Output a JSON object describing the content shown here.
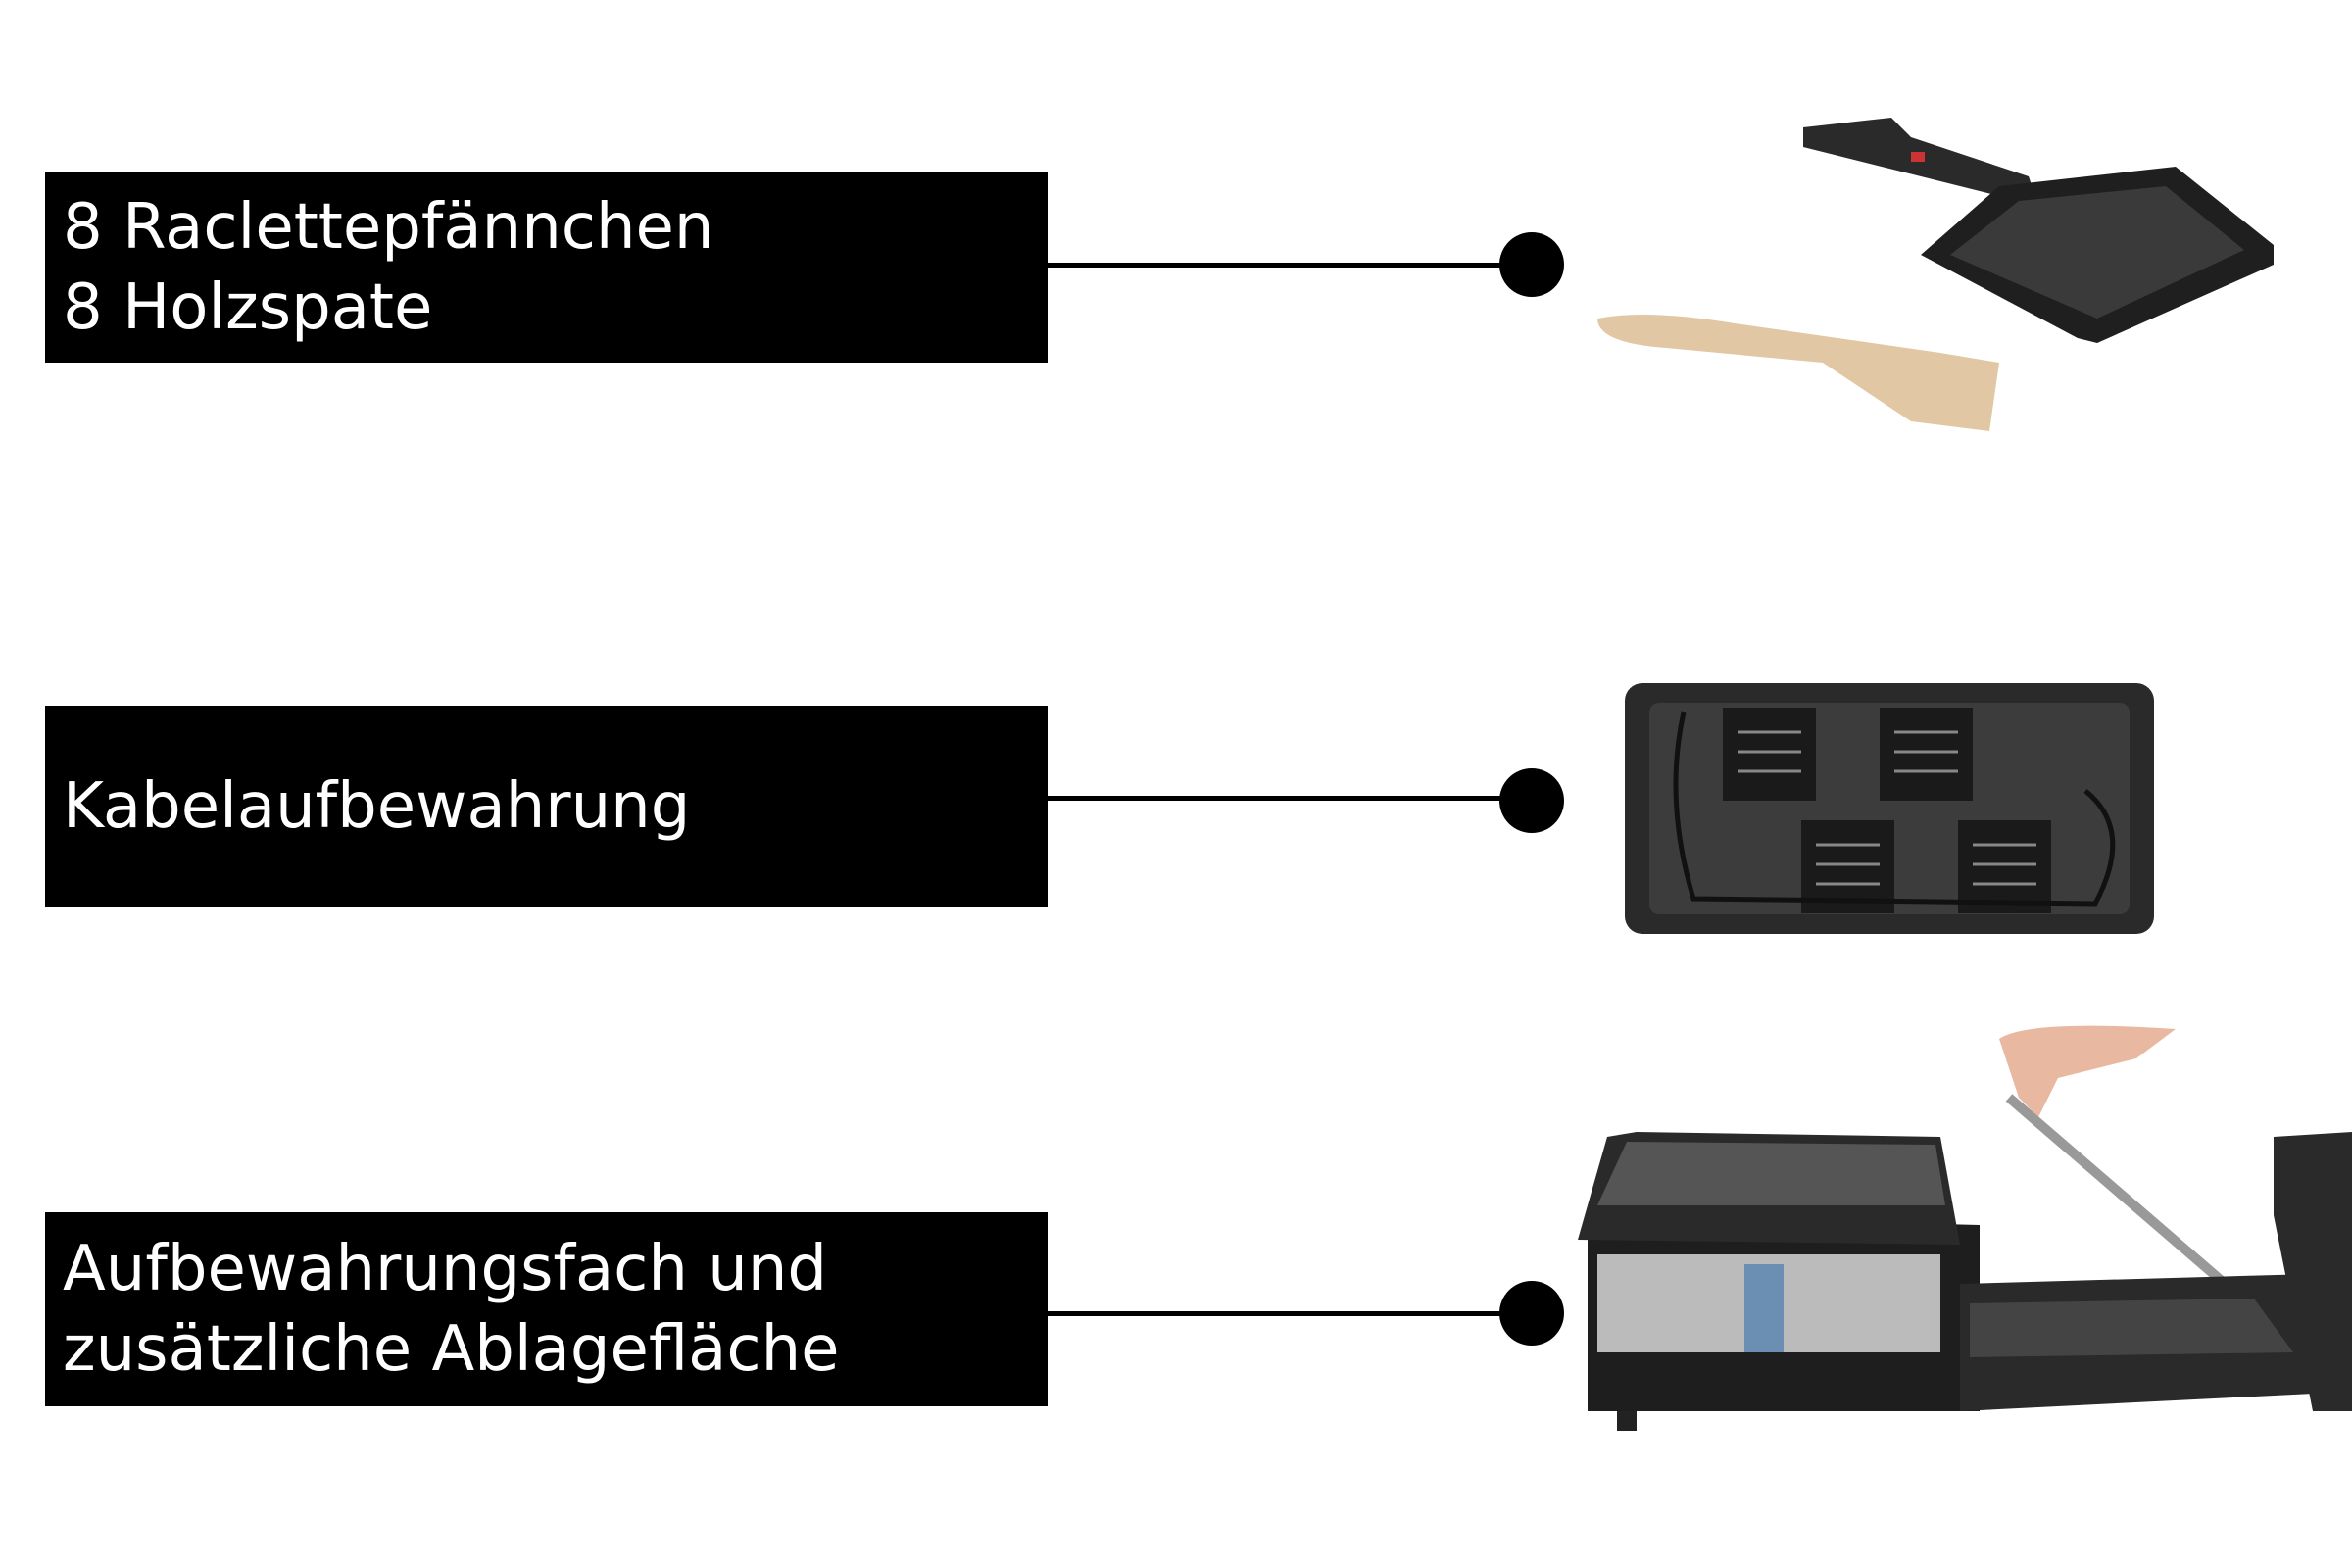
{
  "features": [
    {
      "lines": [
        "8 Raclettepfännchen",
        "8 Holzspate"
      ]
    },
    {
      "lines": [
        "Kabelaufbewahrung"
      ]
    },
    {
      "lines": [
        "Aufbewahrungsfach und",
        "zusätzliche Ablagefläche"
      ]
    }
  ],
  "colors": {
    "label_bg": "#000000",
    "label_text": "#ffffff",
    "product": "#2a2a2a",
    "wood": "#e2c7a5"
  }
}
